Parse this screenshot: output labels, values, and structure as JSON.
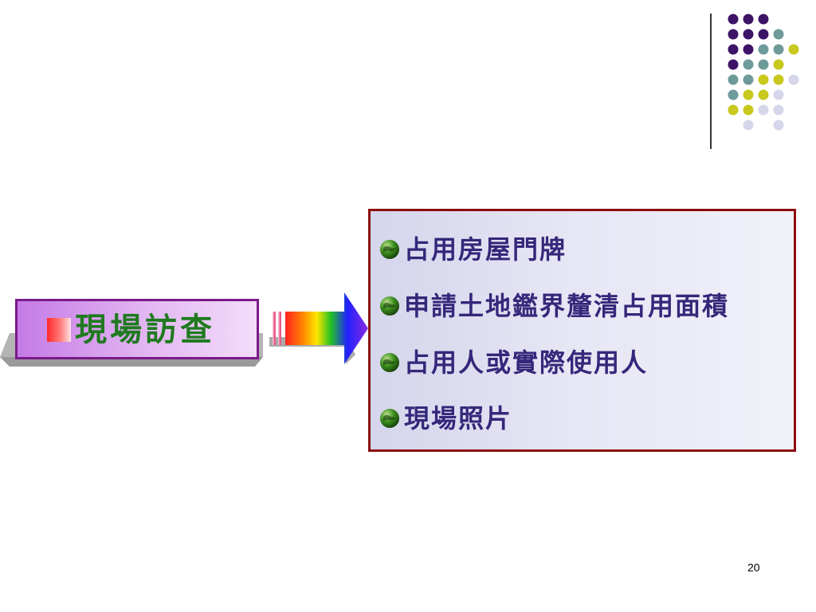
{
  "slide": {
    "title": "現場訪查",
    "items": [
      {
        "text": "占用房屋門牌"
      },
      {
        "text": "申請土地鑑界釐清占用面積"
      },
      {
        "text": "占用人或實際使用人"
      },
      {
        "text": "現場照片"
      }
    ],
    "page_number": "20"
  },
  "colors": {
    "title_text": "#1f7a1f",
    "title_border": "#7a1a8a",
    "panel_border": "#8b0d0d",
    "bullet_text": "#35277a",
    "dot_purple": "#3d1466",
    "dot_teal": "#6e9a9a",
    "dot_yellow": "#c8c81e",
    "dot_lavender": "#d6d6ea"
  },
  "icons": {
    "bullet": "green-globe-icon",
    "decoration": "dot-grid",
    "connector": "rainbow-arrow-icon"
  }
}
